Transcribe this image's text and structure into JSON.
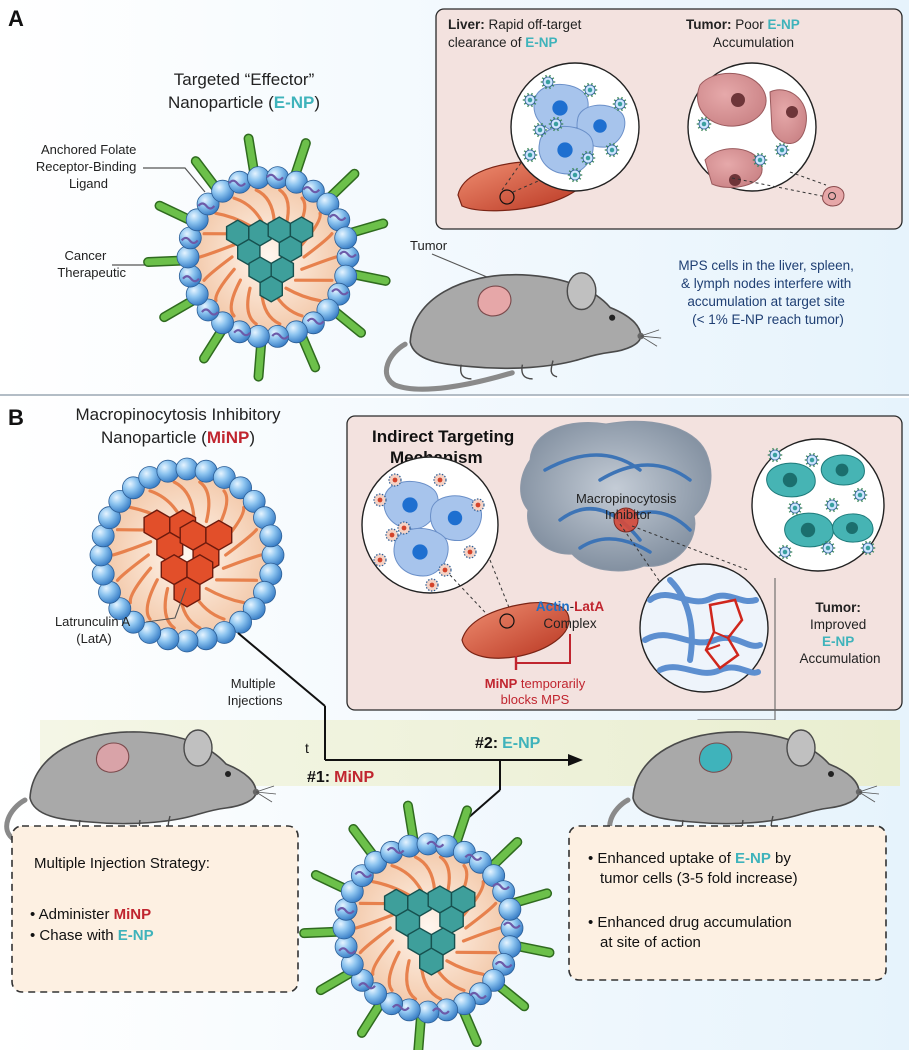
{
  "colors": {
    "teal": "#3fb3bb",
    "crimson": "#c0252f",
    "actin_blue": "#1f6fc4",
    "navy_text": "#1f3f73",
    "panel_fill": "#f3e2df",
    "box_fill": "#fdf0e2",
    "band_fill": "#eef2d9"
  },
  "panel_a": {
    "letter": "A",
    "enp_title_line1": "Targeted “Effector”",
    "enp_title_line2_pre": "Nanoparticle (",
    "enp_title_abbr": "E-NP",
    "enp_title_line2_post": ")",
    "ligand_label": [
      "Anchored Folate",
      "Receptor-Binding",
      "Ligand"
    ],
    "therapeutic_label": [
      "Cancer",
      "Therapeutic"
    ],
    "tumor_label": "Tumor",
    "liver_heading_bold": "Liver:",
    "liver_heading_rest": " Rapid off-target",
    "liver_heading_line2_pre": "clearance of ",
    "liver_heading_abbr": "E-NP",
    "tumor_heading_bold": "Tumor:",
    "tumor_heading_rest": " Poor ",
    "tumor_heading_abbr": "E-NP",
    "tumor_heading_line2": "Accumulation",
    "mps_note": [
      "MPS cells in the liver, spleen,",
      "& lymph nodes interfere with",
      "accumulation at target site",
      "(< 1% E-NP reach tumor)"
    ]
  },
  "panel_b": {
    "letter": "B",
    "minp_title_line1": "Macropinocytosis Inhibitory",
    "minp_title_line2_pre": "Nanoparticle (",
    "minp_title_abbr": "MiNP",
    "minp_title_line2_post": ")",
    "latA_label": [
      "Latrunculin A",
      "(LatA)"
    ],
    "mechanism_heading": [
      "Indirect Targeting",
      "Mechanism"
    ],
    "inhibitor_label": [
      "Macropinocytosis",
      "Inhibitor"
    ],
    "actin_word": "Actin",
    "dash": "-",
    "lata_word": "LatA",
    "complex_word": "Complex",
    "blocks_bold": "MiNP",
    "blocks_rest": " temporarily",
    "blocks_line2": "blocks MPS",
    "tumor_improved": [
      "Tumor:",
      "Improved",
      "E-NP",
      "Accumulation"
    ],
    "multiple_injections": [
      "Multiple",
      "Injections"
    ],
    "timeline_t": "t",
    "step1_num": "#1:",
    "step1_abbr": "MiNP",
    "step2_num": "#2:",
    "step2_abbr": "E-NP",
    "strategy_title": "Multiple Injection Strategy:",
    "strategy_item1_pre": "• Administer ",
    "strategy_item1_abbr": "MiNP",
    "strategy_item2_pre": "• Chase with ",
    "strategy_item2_abbr": "E-NP",
    "outcome1_pre": "• Enhanced uptake of ",
    "outcome1_abbr": "E-NP",
    "outcome1_post": " by",
    "outcome1_line2": "tumor cells (3-5 fold increase)",
    "outcome2_line1": "• Enhanced drug accumulation",
    "outcome2_line2": "at site of action"
  }
}
